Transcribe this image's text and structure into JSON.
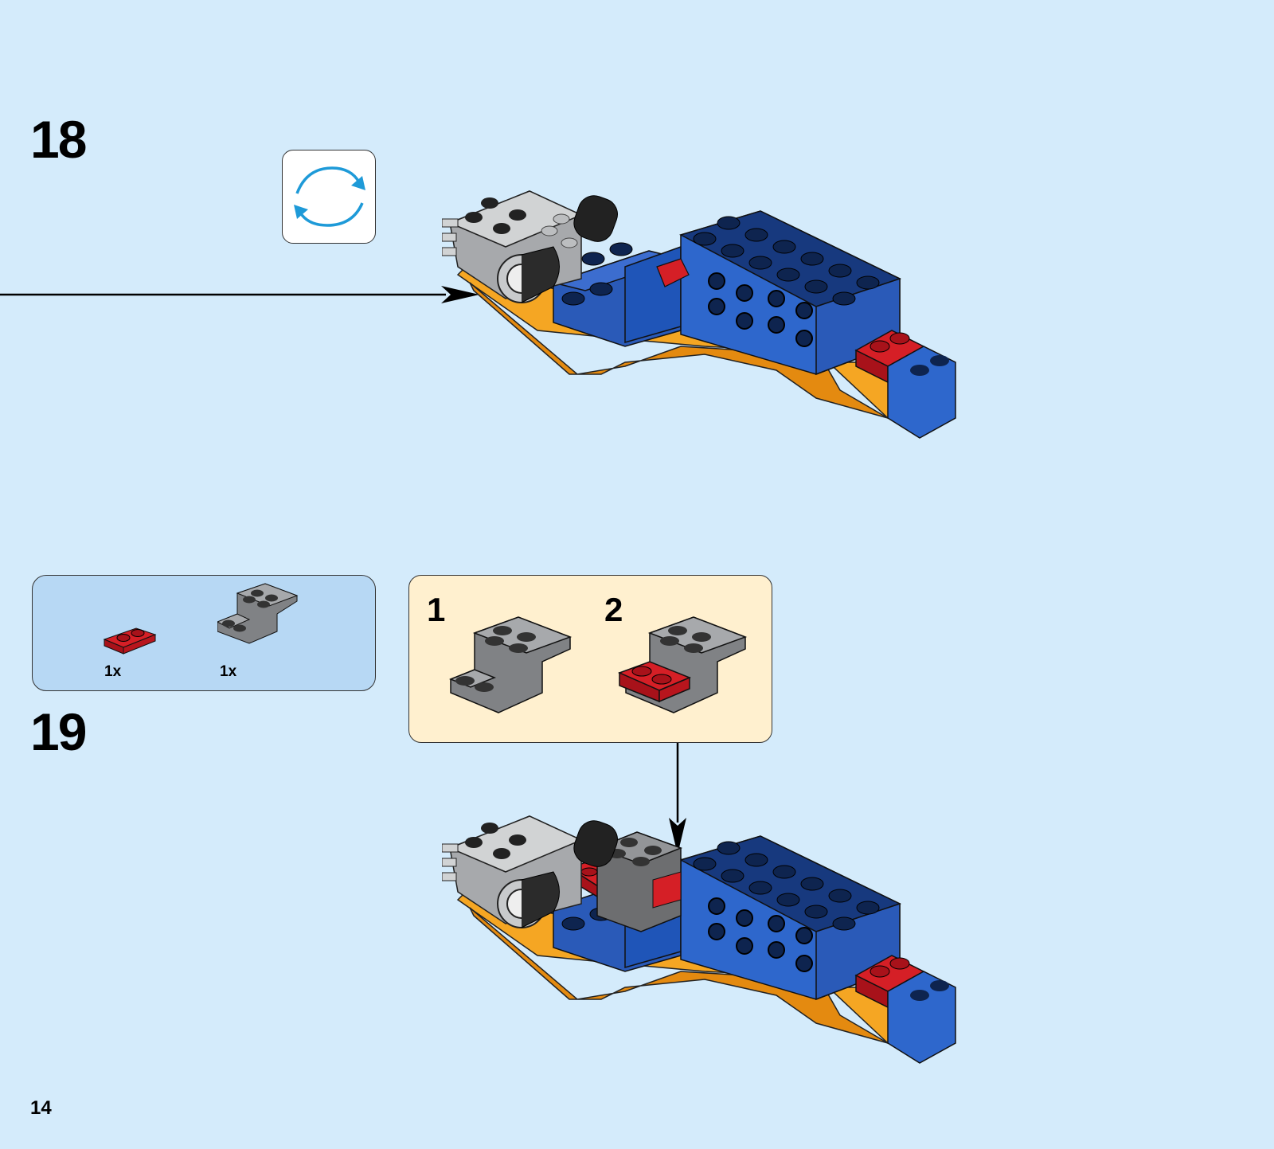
{
  "page": {
    "number": "14"
  },
  "step18": {
    "number": "18",
    "rotate_icon": "rotate-model-icon"
  },
  "step19": {
    "number": "19",
    "parts": [
      {
        "name": "red 1x2 plate",
        "qty": "1x"
      },
      {
        "name": "dark grey bracket",
        "qty": "1x"
      }
    ],
    "substeps": [
      {
        "number": "1"
      },
      {
        "number": "2"
      }
    ]
  },
  "colors": {
    "background": "#d4ebfb",
    "parts_panel": "#b7d8f4",
    "substep_panel": "#fff0cf",
    "rotate_arrow": "#1e9ad8",
    "blue_brick": "#2a5ab8",
    "orange_brick": "#f5a623",
    "red_brick": "#c8161e",
    "grey_brick": "#6d6e70"
  }
}
